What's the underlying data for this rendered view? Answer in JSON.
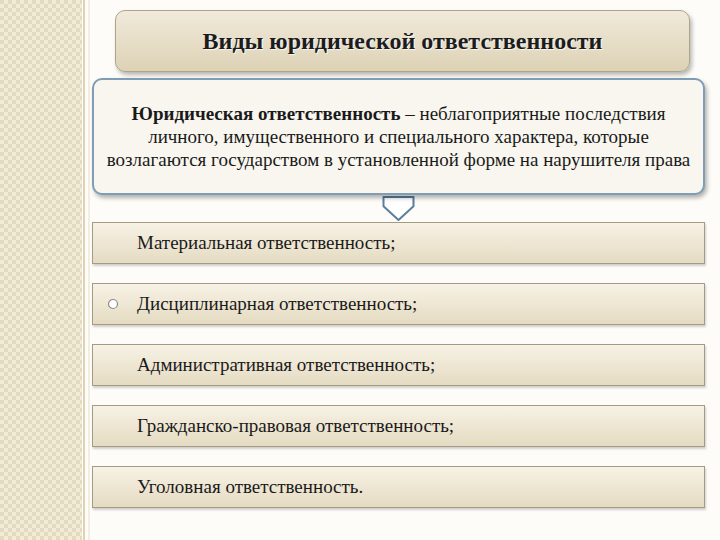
{
  "diagram": {
    "title": "Виды юридической ответственности",
    "nodes": [
      {
        "text": [
          "Юридическая ответственность",
          "– неблагоприятные последствия личного, имущественного и специального характера, которые возлагаются государством в установленной форме на нарушителя права"
        ]
      },
      {
        "text": [
          "Материальная ответственность;"
        ]
      },
      {
        "text": [
          "Дисциплинарная ответственность;"
        ]
      },
      {
        "text": [
          "Административная ответственность;"
        ]
      },
      {
        "text": [
          "Гражданско-правовая ответственность;"
        ]
      },
      {
        "text": [
          "Уголовная ответственность."
        ]
      }
    ],
    "edges": [
      {
        "from": 0,
        "to": 1,
        "arrow": "to"
      }
    ]
  }
}
